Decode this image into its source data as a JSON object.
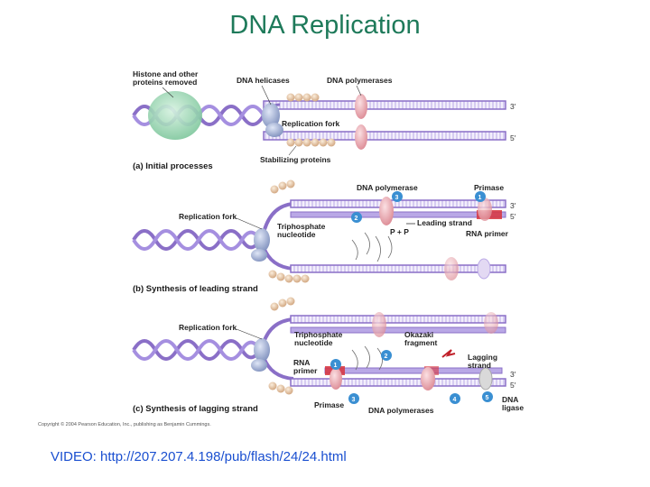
{
  "slide": {
    "title": "DNA Replication",
    "video_link": "VIDEO: http://207.207.4.198/pub/flash/24/24.html"
  },
  "figure": {
    "panel_a": {
      "caption": "(a) Initial processes",
      "labels": {
        "histone_line1": "Histone and other",
        "histone_line2": "proteins removed",
        "helicases": "DNA helicases",
        "polymerases": "DNA polymerases",
        "fork": "Replication fork",
        "stabilizing": "Stabilizing proteins",
        "end_top": "3′",
        "end_bottom": "5′"
      }
    },
    "panel_b": {
      "caption": "(b) Synthesis of leading strand",
      "labels": {
        "polymerase": "DNA polymerase",
        "primase": "Primase",
        "fork": "Replication fork",
        "triphosphate_line1": "Triphosphate",
        "triphosphate_line2": "nucleotide",
        "leading": "Leading strand",
        "pp": "P + P",
        "rna_primer": "RNA primer",
        "end_top": "3′",
        "end_bottom": "5′",
        "badge_1": "1",
        "badge_2": "2",
        "badge_3": "3"
      }
    },
    "panel_c": {
      "caption": "(c) Synthesis of lagging strand",
      "labels": {
        "fork": "Replication fork",
        "triphosphate_line1": "Triphosphate",
        "triphosphate_line2": "nucleotide",
        "okazaki_line1": "Okazaki",
        "okazaki_line2": "fragment",
        "lagging_line1": "Lagging",
        "lagging_line2": "strand",
        "rna_line1": "RNA",
        "rna_line2": "primer",
        "primase": "Primase",
        "polymerases": "DNA polymerases",
        "ligase_line1": "DNA",
        "ligase_line2": "ligase",
        "end_top": "3′",
        "end_bottom": "5′",
        "badge_1": "1",
        "badge_2": "2",
        "badge_3": "3",
        "badge_4": "4",
        "badge_5": "5"
      }
    },
    "copyright": "Copyright © 2004 Pearson Education, Inc., publishing as Benjamin Cummings.",
    "colors": {
      "strand": "#8a6fc7",
      "strand_light": "#c9b8ee",
      "rung": "#d9d2f2",
      "helicase": "#8e9fc9",
      "stabilizer": "#e8c9a3",
      "polymerase": "#e8a0a8",
      "primer": "#d8343c",
      "histone": "#9fd7b5",
      "badge": "#3a8fd2"
    }
  }
}
